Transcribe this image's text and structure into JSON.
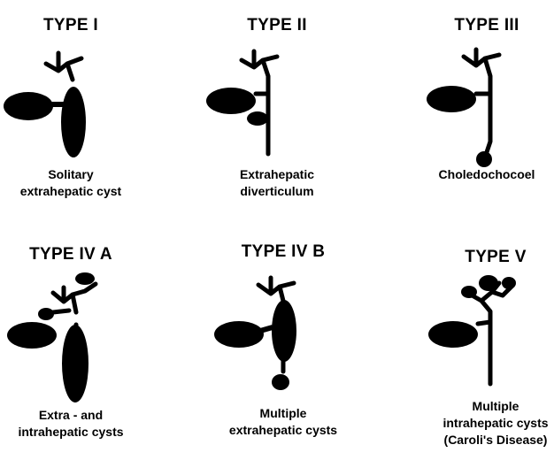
{
  "panels": [
    {
      "title": "TYPE I",
      "caption": [
        "Solitary",
        "extrahepatic cyst"
      ]
    },
    {
      "title": "TYPE II",
      "caption": [
        "Extrahepatic",
        "diverticulum"
      ]
    },
    {
      "title": "TYPE III",
      "caption": [
        "Choledochocoel"
      ]
    },
    {
      "title": "TYPE IV A",
      "caption": [
        "Extra - and",
        "intrahepatic cysts"
      ]
    },
    {
      "title": "TYPE IV B",
      "caption": [
        "Multiple",
        "extrahepatic cysts"
      ]
    },
    {
      "title": "TYPE V",
      "caption": [
        "Multiple",
        "intrahepatic cysts",
        "(Caroli's Disease)"
      ]
    }
  ]
}
